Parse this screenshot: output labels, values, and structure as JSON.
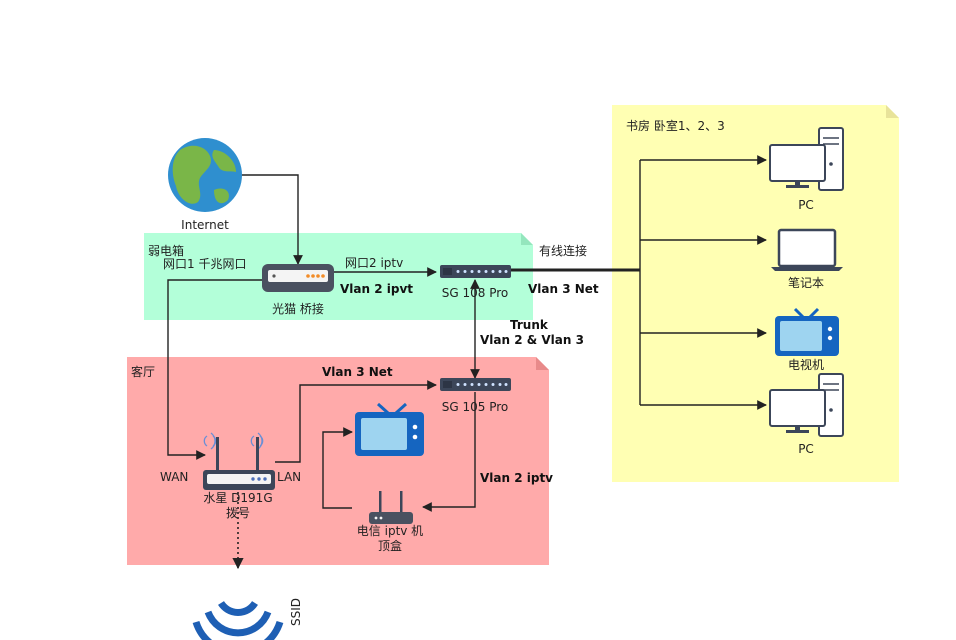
{
  "zones": {
    "study": "书房 卧室1、2、3",
    "weakbox": "弱电箱",
    "living": "客厅"
  },
  "devices": {
    "internet": "Internet",
    "modem_port_note": "网口1 千兆网口",
    "modem": "光猫 桥接",
    "sg108": "SG 108 Pro",
    "sg105": "SG 105 Pro",
    "router_line1": "水星 D191G",
    "router_line2": "拨号",
    "iptv_line1": "电信 iptv 机",
    "iptv_line2": "顶盒",
    "pc1": "PC",
    "laptop": "笔记本",
    "tv_room": "电视机",
    "pc2": "PC",
    "ssid": "SSID"
  },
  "links": {
    "port2_iptv": "网口2 iptv",
    "vlan2_ipvt": "Vlan 2 ipvt",
    "wired": "有线连接",
    "vlan3_net_top": "Vlan 3 Net",
    "trunk": "Trunk",
    "trunk_vlans": "Vlan 2 & Vlan 3",
    "vlan3_net_living": "Vlan 3 Net",
    "vlan2_iptv": "Vlan 2 iptv",
    "wan": "WAN",
    "lan": "LAN"
  },
  "colors": {
    "study_zone": "#ffffb3",
    "weakbox_zone": "#b3ffd9",
    "living_zone": "#ffaaaa",
    "tv_blue": "#1565c0",
    "wifi_blue": "#1e5fb4"
  }
}
